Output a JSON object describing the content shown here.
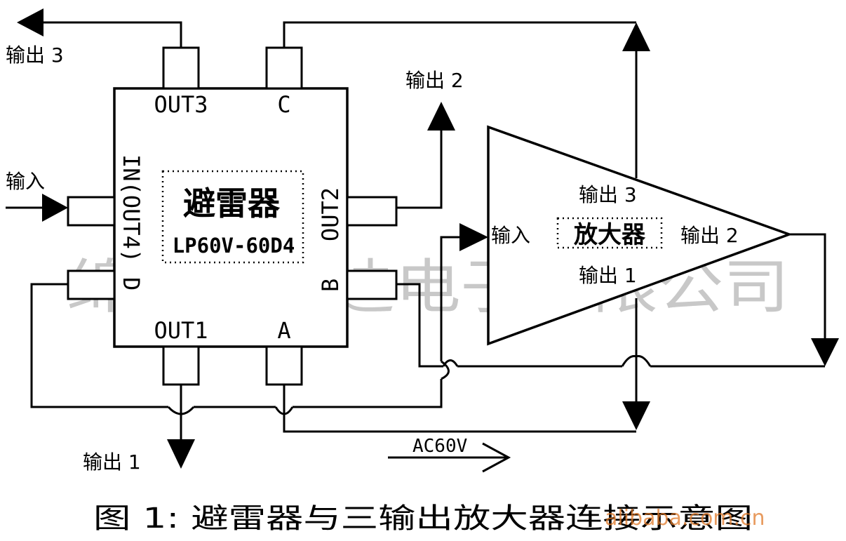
{
  "arrester": {
    "name": "避雷器",
    "model": "LP60V-60D4",
    "ports": {
      "out3": "OUT3",
      "c": "C",
      "in_out4": "IN(OUT4)",
      "out2": "OUT2",
      "d": "D",
      "b": "B",
      "out1": "OUT1",
      "a": "A"
    }
  },
  "amplifier": {
    "name": "放大器",
    "input": "输入",
    "output1": "输出 1",
    "output2": "输出 2",
    "output3": "输出 3"
  },
  "external": {
    "input": "输入",
    "output1": "输出 1",
    "output2": "输出 2",
    "output3": "输出 3",
    "power": "AC60V"
  },
  "watermark": "绵阳市艾迪电子有限公司",
  "caption": "图 1:  避雷器与三输出放大器连接示意图",
  "site_watermark": "alibaba.com.cn"
}
